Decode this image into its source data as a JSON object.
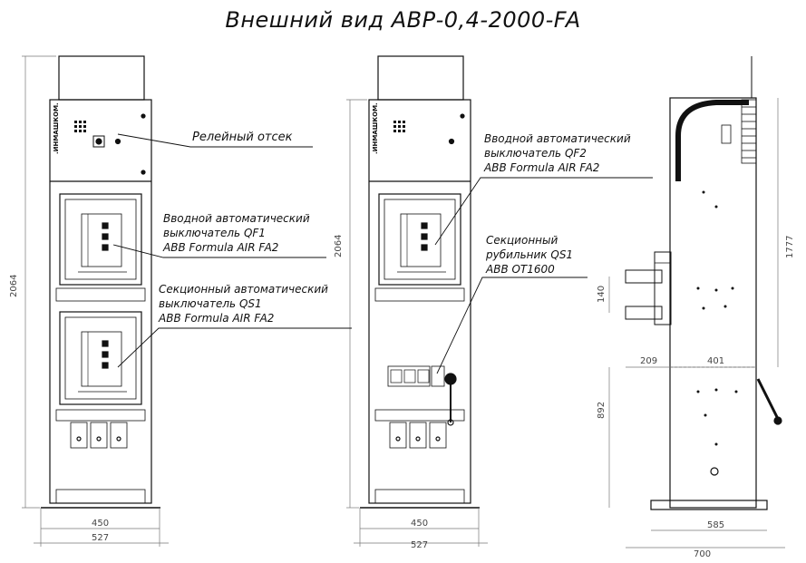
{
  "title": "Внешний вид АВР-0,4-2000-FA",
  "logo_text": ".ИНМАШКОМ.",
  "annotations": {
    "relay_compartment": "Релейный отсек",
    "qf1": [
      "Вводной автоматический",
      "выключатель QF1",
      "ABB Formula AIR FA2"
    ],
    "qs1_breaker": [
      "Секционный автоматический",
      "выключатель QS1",
      "ABB Formula AIR FA2"
    ],
    "qf2": [
      "Вводной автоматический",
      "выключатель QF2",
      "ABB Formula AIR FA2"
    ],
    "qs1_switch": [
      "Секционный",
      "рубильник QS1",
      "ABB OT1600"
    ]
  },
  "dimensions": {
    "view1_height": "2064",
    "view1_width_inner": "450",
    "view1_width_outer": "527",
    "view2_height": "2064",
    "view2_width_inner": "450",
    "view2_width_outer": "527",
    "side_height": "1777",
    "side_busbar_gap": "140",
    "side_lower_height": "892",
    "side_offset": "209",
    "side_depth_top": "401",
    "side_base": "585",
    "side_total": "700"
  }
}
